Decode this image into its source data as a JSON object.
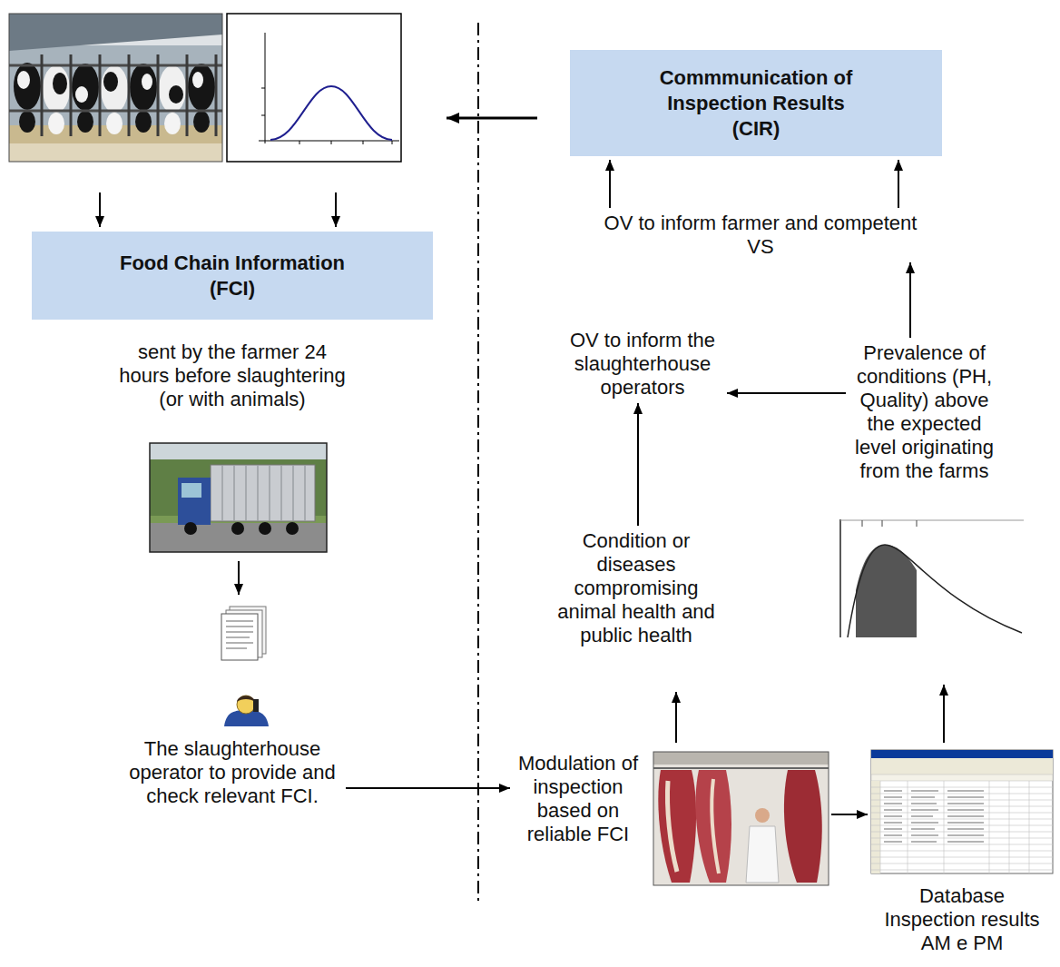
{
  "diagram": {
    "nodes": [
      {
        "text": [
          "Commmunication of Inspection Results (CIR)"
        ]
      },
      {
        "text": [
          "Food Chain Information (FCI)"
        ]
      },
      {
        "text": [
          "OV to inform farmer and competent VS"
        ]
      },
      {
        "text": [
          "sent by the farmer 24 hours before slaughtering (or with animals)"
        ]
      },
      {
        "text": [
          "OV to inform the slaughterhouse operators"
        ]
      },
      {
        "text": [
          "Prevalence of conditions (PH, Quality) above the expected level originating from the farms"
        ]
      },
      {
        "text": [
          "Condition or diseases compromising animal health and public health"
        ]
      },
      {
        "text": [
          "The slaughterhouse operator to provide and check relevant FCI."
        ]
      },
      {
        "text": [
          "Modulation of inspection based on reliable FCI"
        ]
      },
      {
        "text": [
          "Database Inspection results AM e PM"
        ]
      }
    ],
    "edges": [
      {
        "from": 2,
        "to": 0,
        "arrow": "to"
      },
      {
        "from": 2,
        "to": 0,
        "arrow": "to"
      },
      {
        "from": 5,
        "to": 2,
        "arrow": "to"
      },
      {
        "from": 5,
        "to": 4,
        "arrow": "to"
      },
      {
        "from": 6,
        "to": 4,
        "arrow": "to"
      },
      {
        "from": 7,
        "to": 8,
        "arrow": "to"
      }
    ]
  }
}
